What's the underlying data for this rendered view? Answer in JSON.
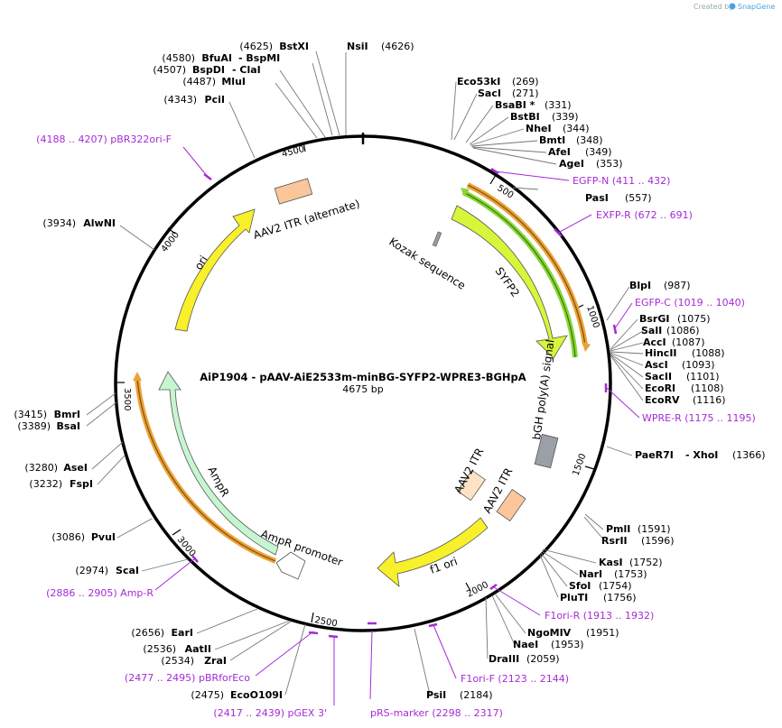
{
  "credit": {
    "created_by": "Created by",
    "brand": "SnapGene"
  },
  "title": "AiP1904 - pAAV-AiE2533m-minBG-SYFP2-WPRE3-BGHpA",
  "length_label": "4675 bp",
  "ticks": [
    "500",
    "1000",
    "1500",
    "2000",
    "2500",
    "3000",
    "3500",
    "4000",
    "4500"
  ],
  "features": {
    "aav2_itr_alt": "AAV2 ITR (alternate)",
    "ori": "ori",
    "kozak": "Kozak sequence",
    "syfp2": "SYFP2",
    "bgh": "bGH poly(A) signal",
    "itr1": "AAV2 ITR",
    "itr2": "AAV2 ITR",
    "f1ori": "f1 ori",
    "ampr": "AmpR",
    "ampr_promoter": "AmpR promoter"
  },
  "sites": {
    "bstxi": {
      "name": "BstXI",
      "pos": "(4625)"
    },
    "nsii": {
      "name": "NsiI",
      "pos": "(4626)"
    },
    "bfuai": {
      "name": "BfuAI",
      "pos": "(4580)"
    },
    "bspmi": {
      "name": "- BspMI"
    },
    "bspdi": {
      "name": "BspDI",
      "pos": "(4507)"
    },
    "clai": {
      "name": "- ClaI"
    },
    "mlui": {
      "name": "MluI",
      "pos": "(4487)"
    },
    "pcii": {
      "name": "PciI",
      "pos": "(4343)"
    },
    "alwni": {
      "name": "AlwNI",
      "pos": "(3934)"
    },
    "bmri": {
      "name": "BmrI",
      "pos": "(3415)"
    },
    "bsai": {
      "name": "BsaI",
      "pos": "(3389)"
    },
    "asei": {
      "name": "AseI",
      "pos": "(3280)"
    },
    "fspi": {
      "name": "FspI",
      "pos": "(3232)"
    },
    "pvui": {
      "name": "PvuI",
      "pos": "(3086)"
    },
    "scai": {
      "name": "ScaI",
      "pos": "(2974)"
    },
    "eari": {
      "name": "EarI",
      "pos": "(2656)"
    },
    "aatii": {
      "name": "AatII",
      "pos": "(2536)"
    },
    "zrai": {
      "name": "ZraI",
      "pos": "(2534)"
    },
    "eco0109i": {
      "name": "EcoO109I",
      "pos": "(2475)"
    },
    "psii": {
      "name": "PsiI",
      "pos": "(2184)"
    },
    "draiii": {
      "name": "DraIII",
      "pos": "(2059)"
    },
    "naei": {
      "name": "NaeI",
      "pos": "(1953)"
    },
    "ngomiv": {
      "name": "NgoMIV",
      "pos": "(1951)"
    },
    "pluti": {
      "name": "PluTI",
      "pos": "(1756)"
    },
    "sfoi": {
      "name": "SfoI",
      "pos": "(1754)"
    },
    "nari": {
      "name": "NarI",
      "pos": "(1753)"
    },
    "kasi": {
      "name": "KasI",
      "pos": "(1752)"
    },
    "rsrii": {
      "name": "RsrII",
      "pos": "(1596)"
    },
    "pmli": {
      "name": "PmlI",
      "pos": "(1591)"
    },
    "paer7i": {
      "name": "PaeR7I",
      "pos": "(1366)"
    },
    "xhoi": {
      "name": "- XhoI"
    },
    "ecorv": {
      "name": "EcoRV",
      "pos": "(1116)"
    },
    "ecori": {
      "name": "EcoRI",
      "pos": "(1108)"
    },
    "sacii": {
      "name": "SacII",
      "pos": "(1101)"
    },
    "asci": {
      "name": "AscI",
      "pos": "(1093)"
    },
    "hincii": {
      "name": "HincII",
      "pos": "(1088)"
    },
    "acci": {
      "name": "AccI",
      "pos": "(1087)"
    },
    "sali": {
      "name": "SalI",
      "pos": "(1086)"
    },
    "bsrgi": {
      "name": "BsrGI",
      "pos": "(1075)"
    },
    "blpi": {
      "name": "BlpI",
      "pos": "(987)"
    },
    "pasi": {
      "name": "PasI",
      "pos": "(557)"
    },
    "agei": {
      "name": "AgeI",
      "pos": "(353)"
    },
    "afei": {
      "name": "AfeI",
      "pos": "(349)"
    },
    "bmti": {
      "name": "BmtI",
      "pos": "(348)"
    },
    "nhei": {
      "name": "NheI",
      "pos": "(344)"
    },
    "bstbi": {
      "name": "BstBI",
      "pos": "(339)"
    },
    "sabi": {
      "name": "BsaBI *",
      "pos": "(331)"
    },
    "saci": {
      "name": "SacI",
      "pos": "(271)"
    },
    "eco53ki": {
      "name": "Eco53kI",
      "pos": "(269)"
    }
  },
  "primers": {
    "pbr322ori_f": "(4188 .. 4207)  pBR322ori-F",
    "egfp_n": "EGFP-N   (411 .. 432)",
    "exfp_r": "EXFP-R   (672 .. 691)",
    "egfp_c": "EGFP-C   (1019 .. 1040)",
    "wpre_r": "WPRE-R   (1175 .. 1195)",
    "f1ori_r": "F1ori-R   (1913 .. 1932)",
    "f1ori_f": "F1ori-F   (2123 .. 2144)",
    "prs_marker": "pRS-marker   (2298 .. 2317)",
    "pgex3": "(2417 .. 2439)  pGEX 3'",
    "pbrforeco": "(2477 .. 2495)  pBRforEco",
    "amp_r": "(2886 .. 2905)  Amp-R"
  }
}
